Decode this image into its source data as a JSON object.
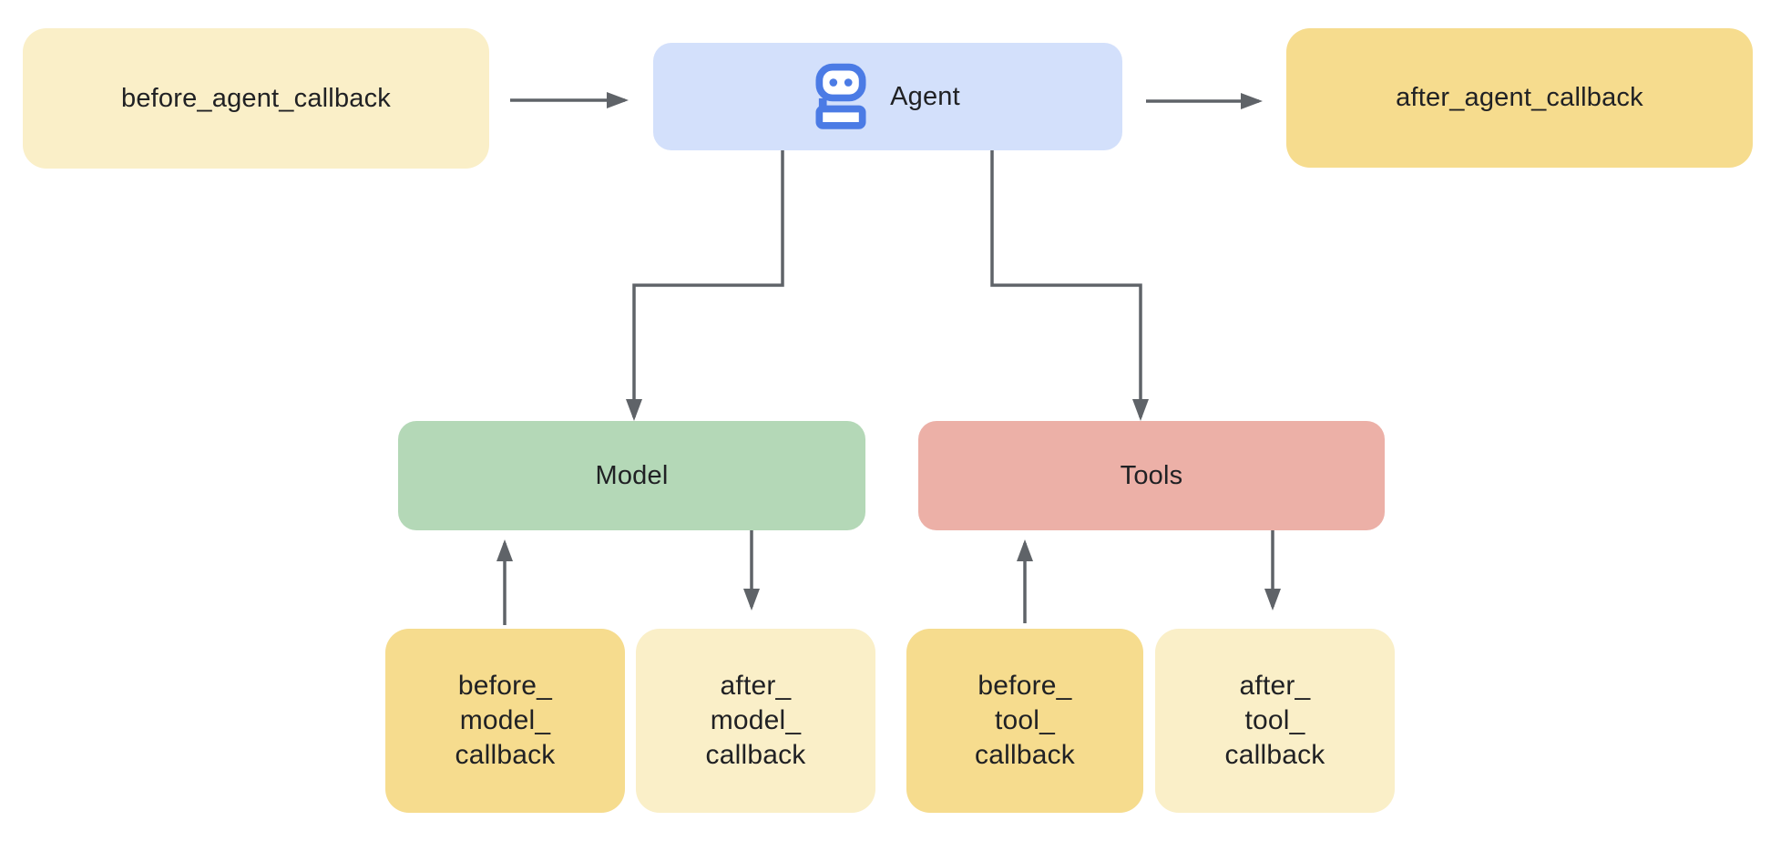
{
  "diagram": {
    "nodes": {
      "before_agent_callback": {
        "label": "before_agent_callback"
      },
      "agent": {
        "label": "Agent",
        "icon": "robot-icon"
      },
      "after_agent_callback": {
        "label": "after_agent_callback"
      },
      "model": {
        "label": "Model"
      },
      "tools": {
        "label": "Tools"
      },
      "before_model_callback": {
        "lines": [
          "before_",
          "model_",
          "callback"
        ]
      },
      "after_model_callback": {
        "lines": [
          "after_",
          "model_",
          "callback"
        ]
      },
      "before_tool_callback": {
        "lines": [
          "before_",
          "tool_",
          "callback"
        ]
      },
      "after_tool_callback": {
        "lines": [
          "after_",
          "tool_",
          "callback"
        ]
      }
    },
    "edges": [
      {
        "from": "before_agent_callback",
        "to": "agent"
      },
      {
        "from": "agent",
        "to": "after_agent_callback"
      },
      {
        "from": "agent",
        "to": "model"
      },
      {
        "from": "agent",
        "to": "tools"
      },
      {
        "from": "before_model_callback",
        "to": "model"
      },
      {
        "from": "model",
        "to": "after_model_callback"
      },
      {
        "from": "before_tool_callback",
        "to": "tools"
      },
      {
        "from": "tools",
        "to": "after_tool_callback"
      }
    ],
    "colors": {
      "pale_yellow": "#FAEFC8",
      "dark_yellow": "#F6DC8E",
      "agent_blue_bg": "#D3E0FB",
      "robot_blue": "#4B7BE5",
      "model_green": "#B4D8B7",
      "tools_pink": "#ECB0A7",
      "arrow_gray": "#5F6368",
      "text_dark": "#202124",
      "canvas_white": "#FFFFFF"
    }
  }
}
